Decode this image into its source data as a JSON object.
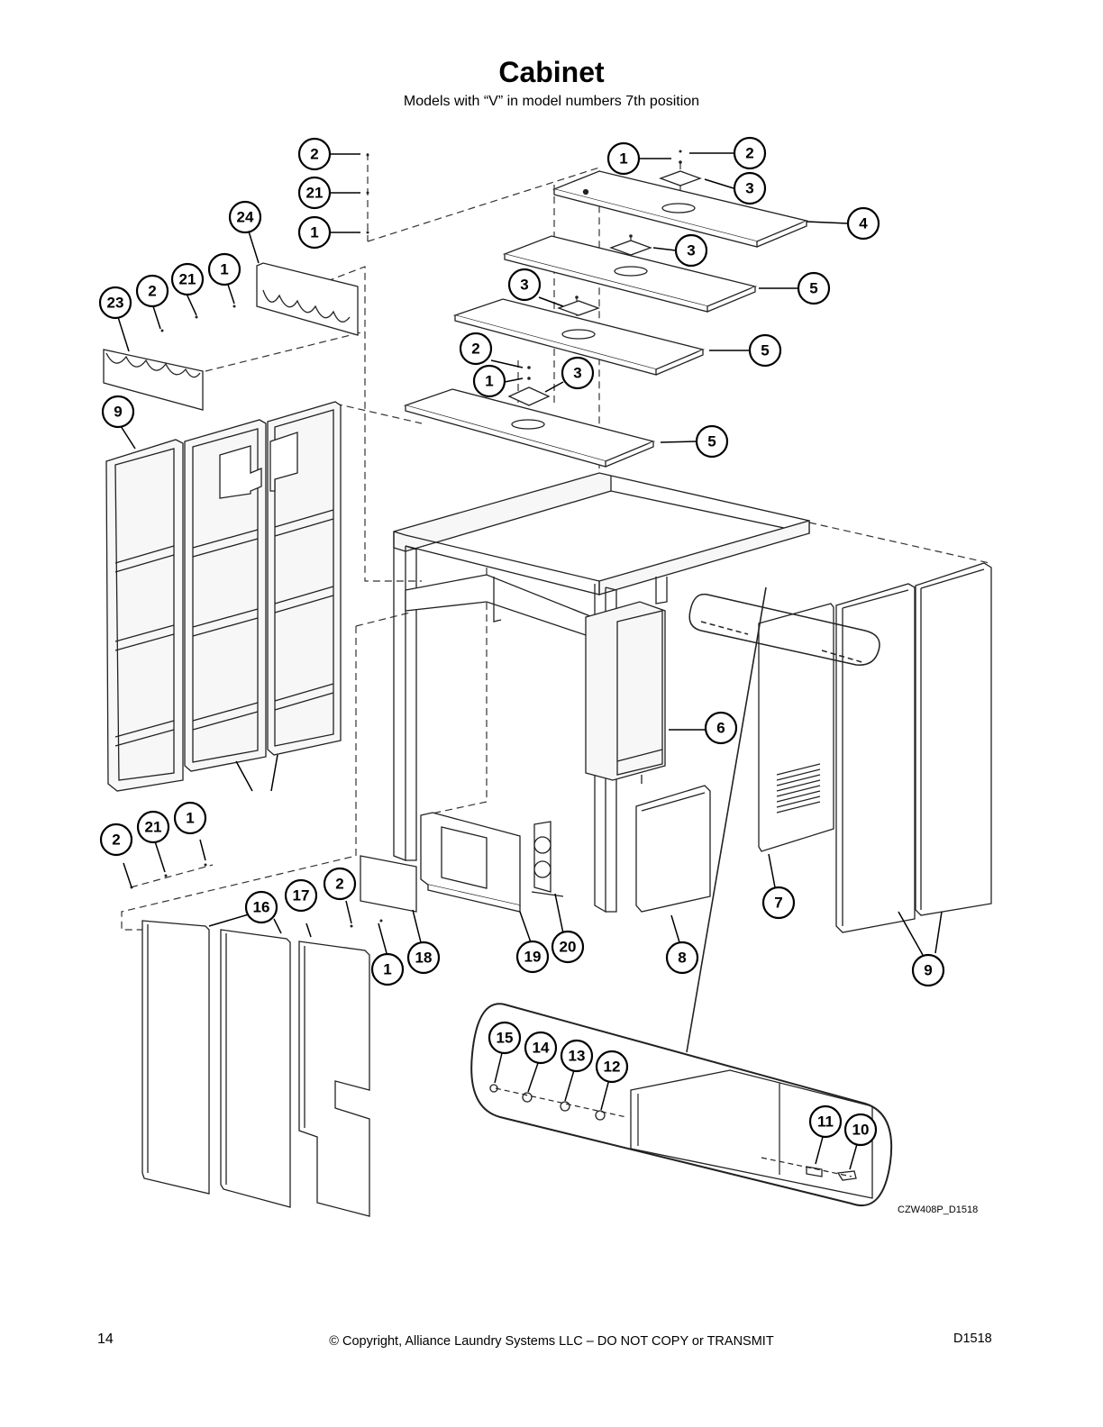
{
  "page": {
    "title": "Cabinet",
    "subtitle": "Models with “V” in model numbers 7th position",
    "drawing_code": "CZW408P_D1518",
    "page_number": "14",
    "copyright": "© Copyright, Alliance Laundry Systems LLC – DO NOT COPY or TRANSMIT",
    "doc_code": "D1518"
  },
  "callouts": [
    "2",
    "21",
    "1",
    "1",
    "2",
    "3",
    "4",
    "24",
    "3",
    "5",
    "21",
    "1",
    "2",
    "23",
    "3",
    "5",
    "2",
    "1",
    "3",
    "9",
    "5",
    "6",
    "1",
    "21",
    "2",
    "2",
    "17",
    "16",
    "18",
    "1",
    "19",
    "20",
    "8",
    "7",
    "9",
    "15",
    "14",
    "13",
    "12",
    "11",
    "10"
  ]
}
